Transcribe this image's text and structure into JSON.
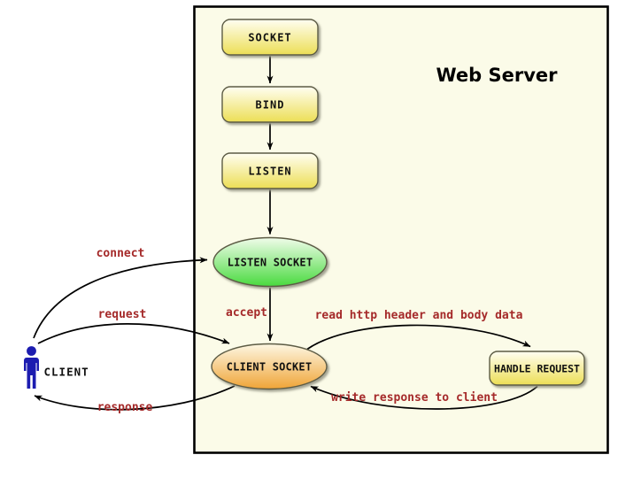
{
  "diagram": {
    "title": "Web Server",
    "nodes": {
      "socket": "SOCKET",
      "bind": "BIND",
      "listen": "LISTEN",
      "listen_socket": "LISTEN SOCKET",
      "client_socket": "CLIENT SOCKET",
      "handle_request": "HANDLE REQUEST"
    },
    "actor": {
      "label": "CLIENT"
    },
    "edges": {
      "connect": "connect",
      "request": "request",
      "response": "response",
      "accept": "accept",
      "read": "read http header and body data",
      "write": "write response to client"
    },
    "colors": {
      "canvas_bg": "#ffffff",
      "server_bg": "#fbfbe8",
      "server_border": "#000000",
      "node_border": "#5d5c45",
      "yellow_top": "#fffef2",
      "yellow_bottom": "#ecde55",
      "green_top": "#f0fcea",
      "green_bottom": "#49da3f",
      "orange_top": "#fdf7e3",
      "orange_bottom": "#efa437",
      "edge_label": "#a52a2a",
      "arrow": "#000000",
      "actor_color": "#1c1cb0"
    }
  }
}
